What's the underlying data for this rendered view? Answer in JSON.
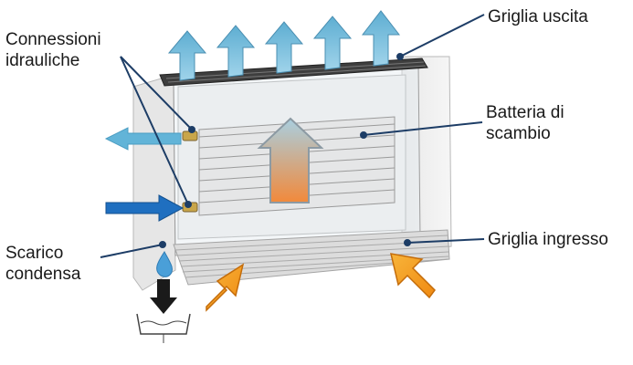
{
  "labels": {
    "connessioni": [
      "Connessioni",
      "idrauliche"
    ],
    "griglia_uscita": "Griglia uscita",
    "batteria": [
      "Batteria di",
      "scambio"
    ],
    "griglia_ingresso": "Griglia ingresso",
    "scarico": [
      "Scarico",
      "condensa"
    ]
  },
  "colors": {
    "outlet_arrow": "#6db8d8",
    "heat_arrow_top": "#a9cfe0",
    "heat_arrow_bottom": "#f2893a",
    "inlet_arrow": "#f5a21a",
    "supply_arrow": "#1f6fc0",
    "return_arrow": "#62b4d8",
    "leader_line": "#1d3d66",
    "drip": "#4a9fd8"
  }
}
